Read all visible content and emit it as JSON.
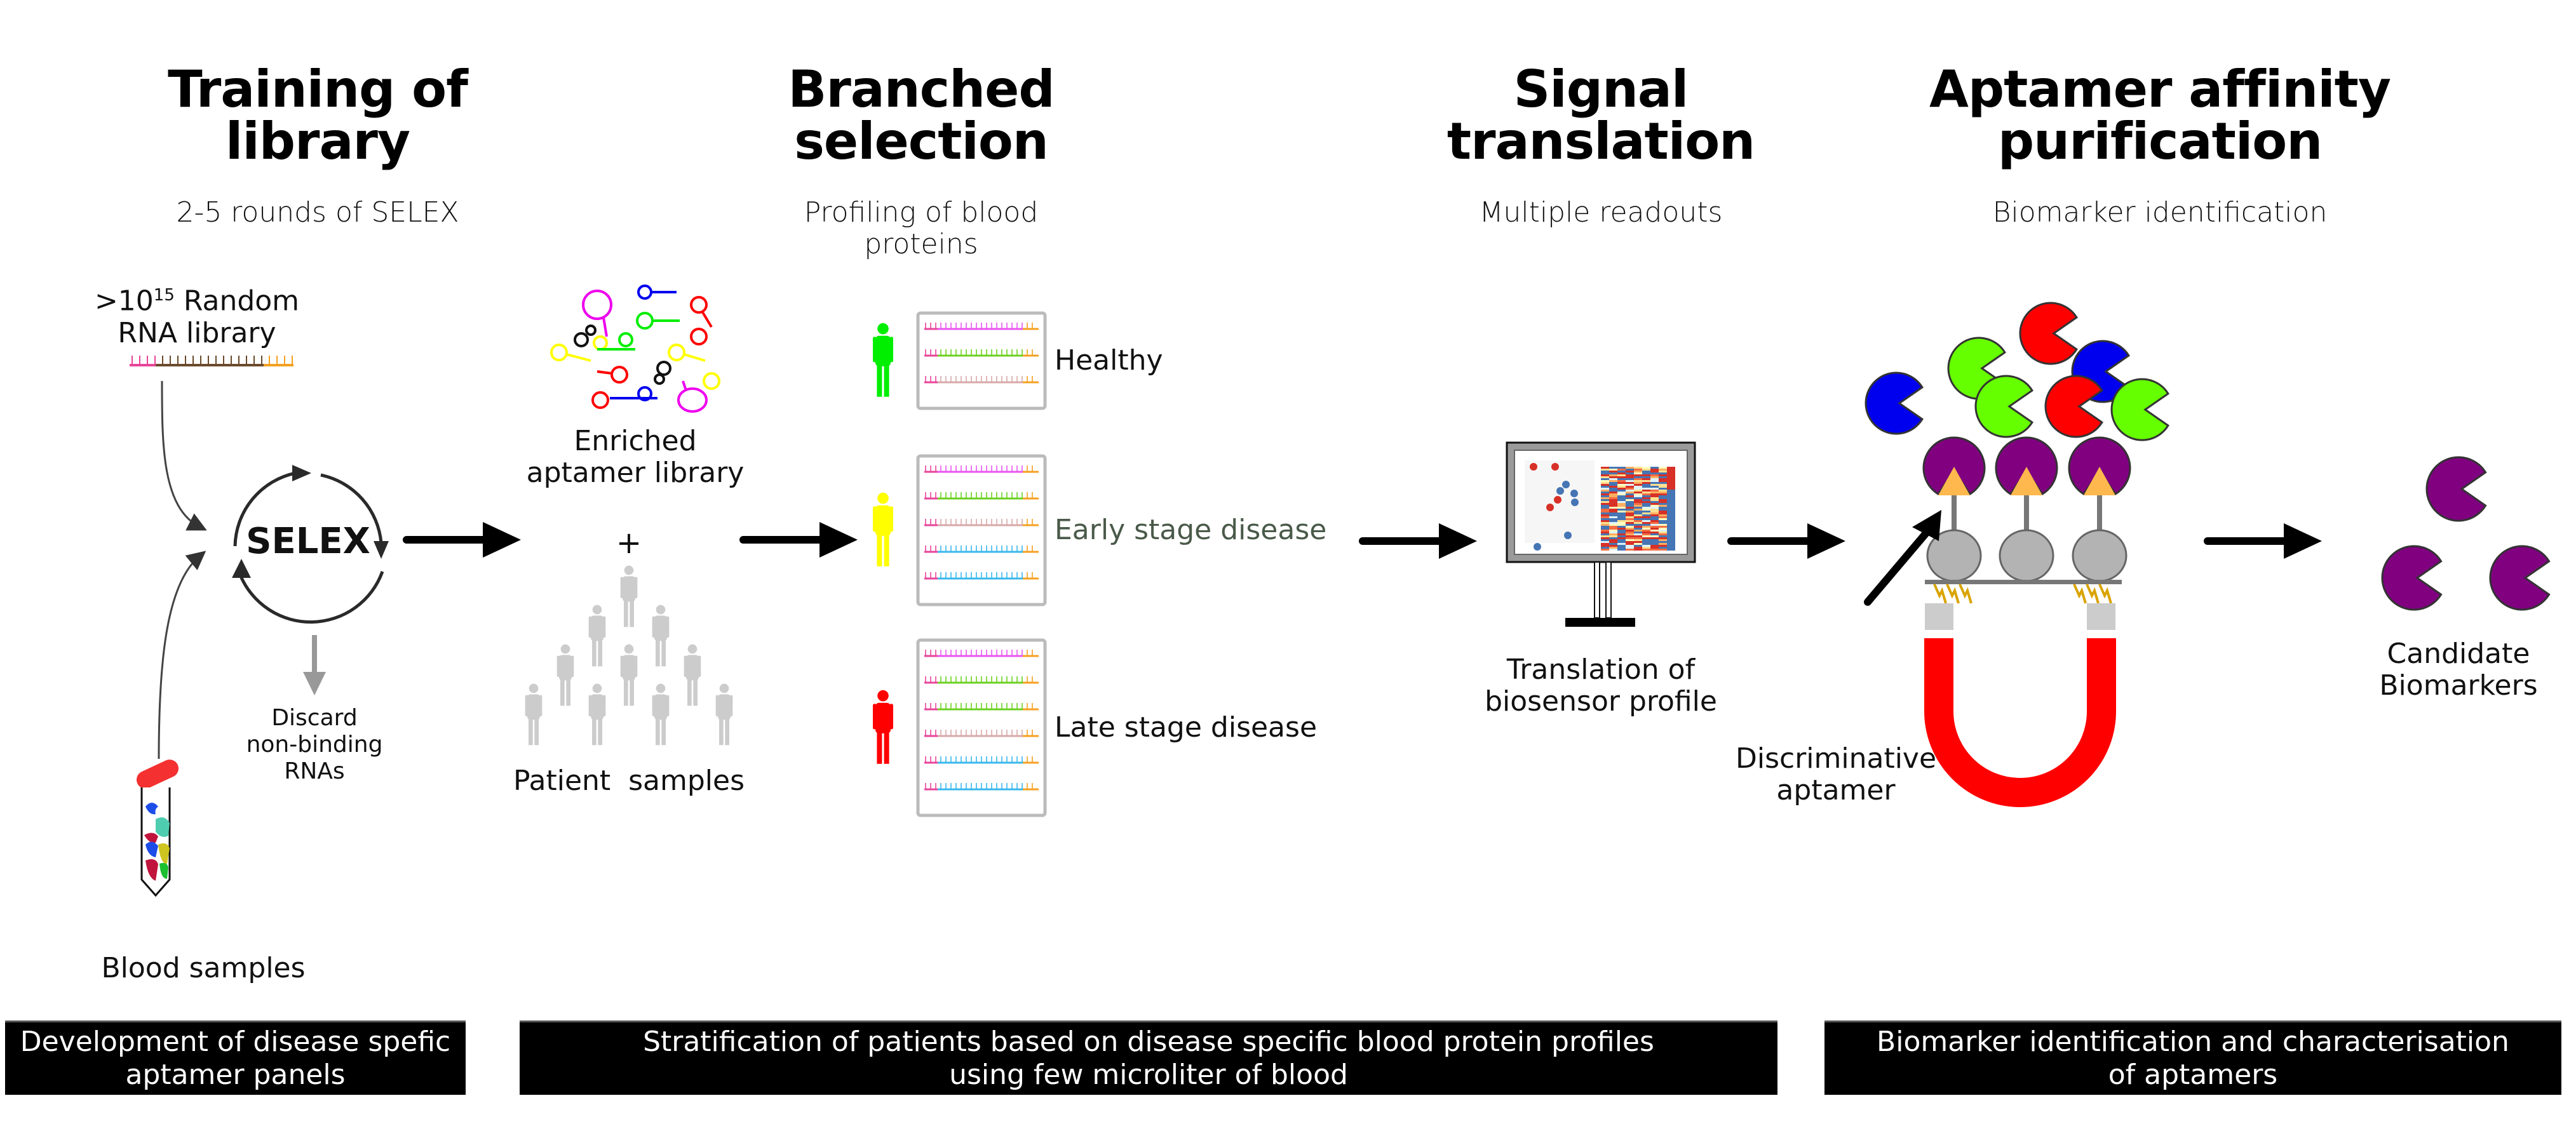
{
  "stages": [
    {
      "title_line1": "Training of",
      "title_line2": "library",
      "subtitle": "2-5 rounds of SELEX"
    },
    {
      "title_line1": "Branched",
      "title_line2": "selection",
      "subtitle_line1": "Profiling of blood",
      "subtitle_line2": "proteins"
    },
    {
      "title_line1": "Signal",
      "title_line2": "translation",
      "subtitle": "Multiple readouts"
    },
    {
      "title_line1": "Aptamer affinity",
      "title_line2": "purification",
      "subtitle": "Biomarker identification"
    }
  ],
  "training": {
    "library_prefix": ">10",
    "library_exponent": "15",
    "library_suffix": " Random",
    "library_line2": "RNA library",
    "selex_label": "SELEX",
    "discard_line1": "Discard",
    "discard_line2": "non-binding",
    "discard_line3": "RNAs",
    "blood_label": "Blood samples"
  },
  "branched": {
    "enriched_line1": "Enriched",
    "enriched_line2": "aptamer library",
    "plus": "+",
    "patients_label": "Patient  samples",
    "groups": [
      {
        "label": "Healthy",
        "person_color": "#00ee00",
        "strands": [
          "#e855f0",
          "#6cd020",
          "#d8a8a8"
        ]
      },
      {
        "label": "Early stage disease",
        "person_color": "#ffff00",
        "strands": [
          "#e855f0",
          "#6cd020",
          "#d8a8a8",
          "#3ab8ec",
          "#3ab8ec"
        ]
      },
      {
        "label": "Late stage disease",
        "person_color": "#ff0000",
        "strands": [
          "#e855f0",
          "#6cd020",
          "#6cd020",
          "#d8a8a8",
          "#3ab8ec",
          "#3ab8ec"
        ]
      }
    ]
  },
  "signal": {
    "monitor_label_line1": "Translation of",
    "monitor_label_line2": "biosensor profile"
  },
  "purification": {
    "discriminative_line1": "Discriminative",
    "discriminative_line2": "aptamer",
    "candidate_line1": "Candidate",
    "candidate_line2": "Biomarkers"
  },
  "footers": [
    {
      "line1": "Development of disease spefic",
      "line2": "aptamer panels"
    },
    {
      "line1": "Stratification of patients based on disease specific blood protein profiles",
      "line2": "using few microliter of blood"
    },
    {
      "line1": "Biomarker identification and characterisation",
      "line2": "of aptamers"
    }
  ],
  "colors": {
    "protein_green": "#66ff00",
    "protein_red": "#ff0000",
    "protein_blue": "#0000ee",
    "protein_purple": "#800080",
    "magnet_red": "#ff0000",
    "bead_gray": "#b3b3b3",
    "ligand_orange": "#ffb84d",
    "primer_pink": "#e8449a",
    "primer_orange": "#f4a020",
    "patient_gray": "#cccccc"
  }
}
